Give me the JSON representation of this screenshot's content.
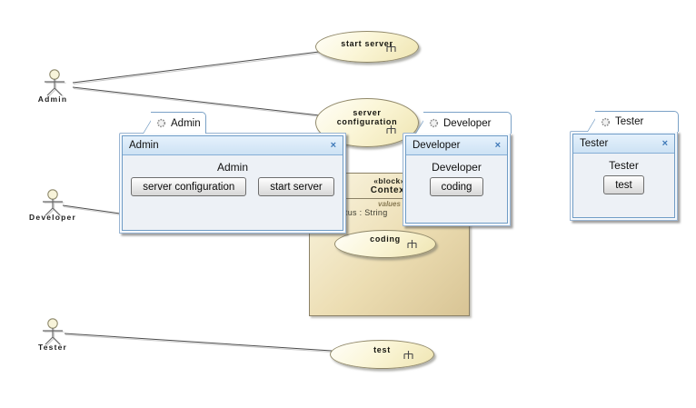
{
  "ui": {
    "close_glyph": "×"
  },
  "colors": {
    "window_accent": "#7aa1c6",
    "titlebar_gradient_top": "#e5f1fc",
    "titlebar_gradient_bottom": "#cde2f4",
    "panel_body": "#edf1f6",
    "usecase_fill": "#fbf6d8",
    "block_fill": "#e8d9ad",
    "close_color": "#3f79b8"
  },
  "icons": {
    "tab_icon": "diagram-target-icon",
    "usecase_icon": "rake-decomposition-icon",
    "close_icon": "close-x"
  },
  "diagram": {
    "actors": [
      {
        "label": "Admin"
      },
      {
        "label": "Developer"
      },
      {
        "label": "Tester"
      }
    ],
    "use_cases": {
      "start_server": {
        "label": "start server"
      },
      "server_configuration": {
        "line1": "server",
        "line2": "configuration"
      },
      "coding": {
        "label": "coding"
      },
      "test": {
        "label": "test"
      }
    },
    "block": {
      "stereotype": "«block»",
      "name": "Context",
      "values_title": "values",
      "value_entry": "status : String"
    }
  },
  "windows": [
    {
      "tab": "Admin",
      "title": "Admin",
      "body_label": "Admin",
      "buttons": [
        "server configuration",
        "start server"
      ]
    },
    {
      "tab": "Developer",
      "title": "Developer",
      "body_label": "Developer",
      "buttons": [
        "coding"
      ]
    },
    {
      "tab": "Tester",
      "title": "Tester",
      "body_label": "Tester",
      "buttons": [
        "test"
      ]
    }
  ]
}
